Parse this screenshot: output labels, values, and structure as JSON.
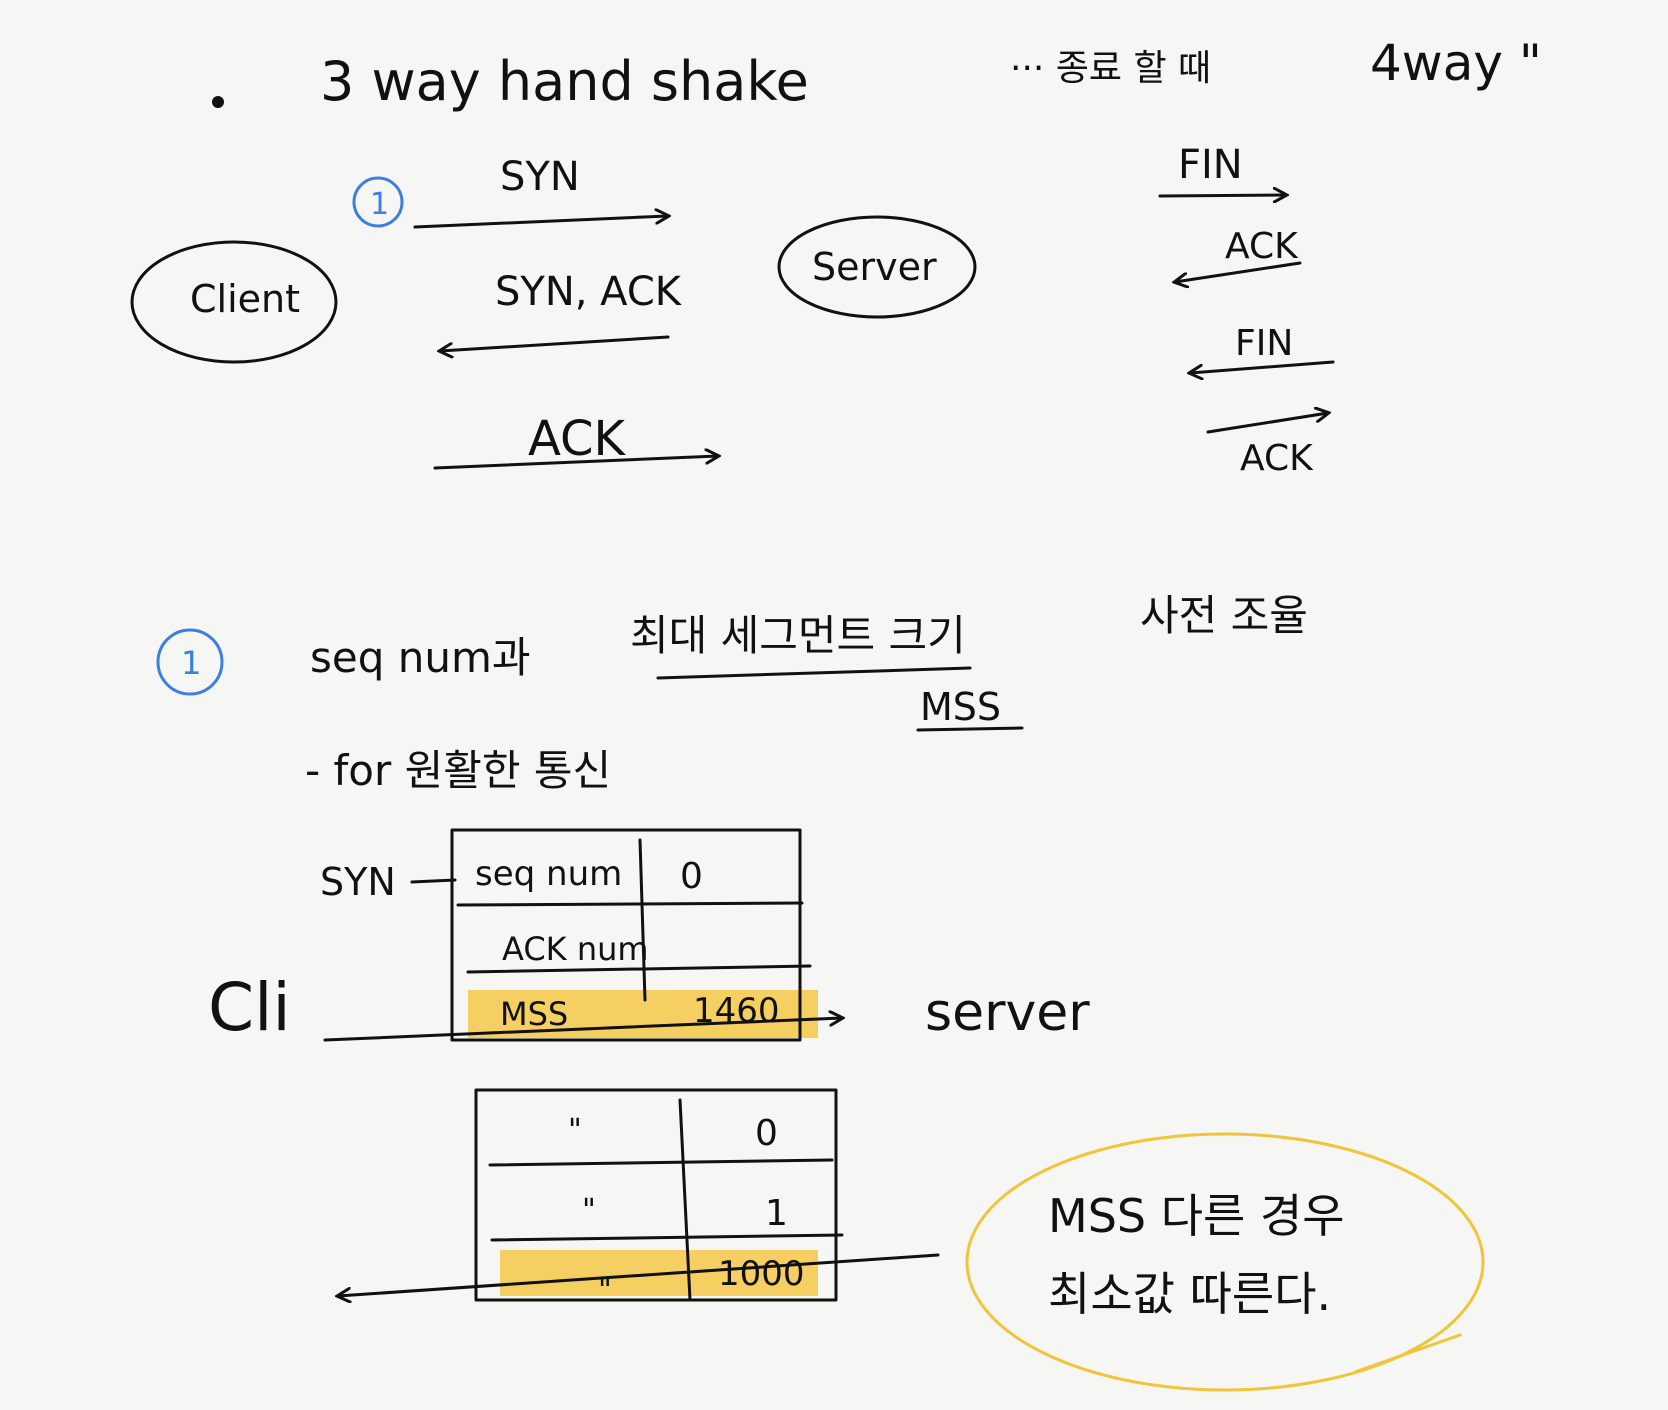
{
  "heading": {
    "bullet": "•",
    "title": "3 way hand shake",
    "aside_prefix": "··· 종료 할 때",
    "aside_suffix": "4way \""
  },
  "handshake": {
    "client": "Client",
    "server": "Server",
    "step_marker": "1",
    "syn": "SYN",
    "syn_ack": "SYN, ACK",
    "ack": "ACK"
  },
  "termination": {
    "fin1": "FIN",
    "ack1": "ACK",
    "fin2": "FIN",
    "ack2": "ACK"
  },
  "notes": {
    "step_marker": "1",
    "line1_prefix": "seq num과",
    "line1_underlined": "최대 세그먼트 크기",
    "line1_suffix": "사전 조율",
    "mss_label": "MSS",
    "line2": "- for 원활한 통신"
  },
  "exchange": {
    "syn_label": "SYN",
    "cli_label": "Cli",
    "server_label": "server",
    "client_packet": [
      {
        "field": "seq num",
        "value": "0"
      },
      {
        "field": "ACK num",
        "value": ""
      },
      {
        "field": "MSS",
        "value": "1460"
      }
    ],
    "server_packet": [
      {
        "field": "\"",
        "value": "0"
      },
      {
        "field": "\"",
        "value": "1"
      },
      {
        "field": "\"",
        "value": "1000"
      }
    ]
  },
  "callout": {
    "line1": "MSS 다른 경우",
    "line2": "최소값 따른다."
  },
  "colors": {
    "ink": "#111111",
    "marker_blue": "#3b7fe0",
    "highlight_yellow": "#f5c63c",
    "callout_outline": "#f0c53a"
  }
}
